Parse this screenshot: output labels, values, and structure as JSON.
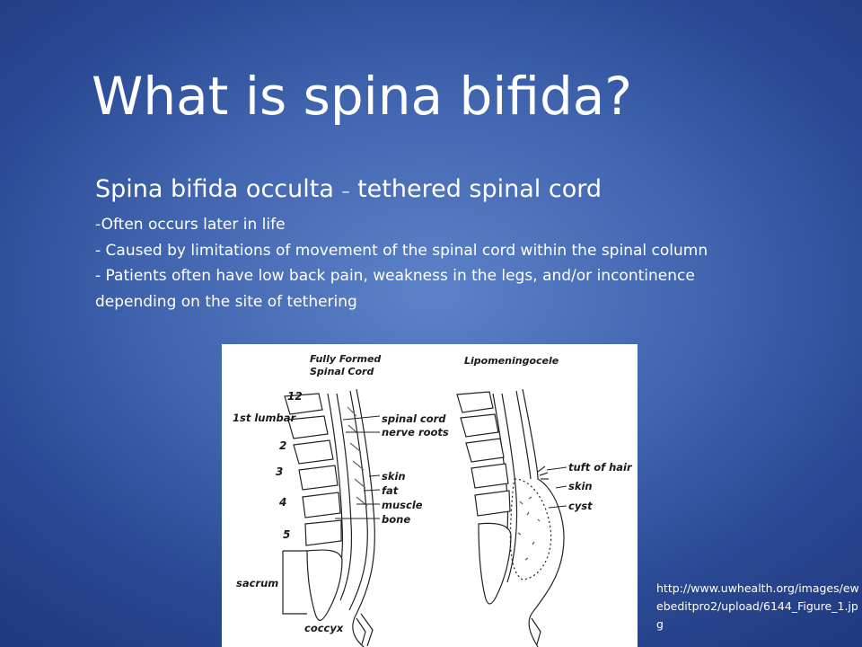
{
  "slide": {
    "title": "What is spina bifida?",
    "subtitle_main": "Spina bifida occulta ",
    "subtitle_dash": "–",
    "subtitle_rest": " tethered spinal cord",
    "bullets": [
      "-Often occurs later in life",
      "- Caused by limitations of movement of the spinal cord within the spinal column",
      "- Patients often have low back pain, weakness in the legs, and/or incontinence depending on the site of tethering"
    ],
    "source": "http://www.uwhealth.org/images/ewebeditpro2/upload/6144_Figure_1.jpg"
  },
  "figure": {
    "left_title_line1": "Fully Formed",
    "left_title_line2": "Spinal Cord",
    "right_title": "Lipomeningocele",
    "vertebra_labels": [
      "12",
      "1st lumbar",
      "2",
      "3",
      "4",
      "5",
      "sacrum",
      "coccyx"
    ],
    "left_labels": [
      "spinal cord",
      "nerve roots",
      "skin",
      "fat",
      "muscle",
      "bone"
    ],
    "right_labels": [
      "tuft of hair",
      "skin",
      "cyst"
    ]
  }
}
